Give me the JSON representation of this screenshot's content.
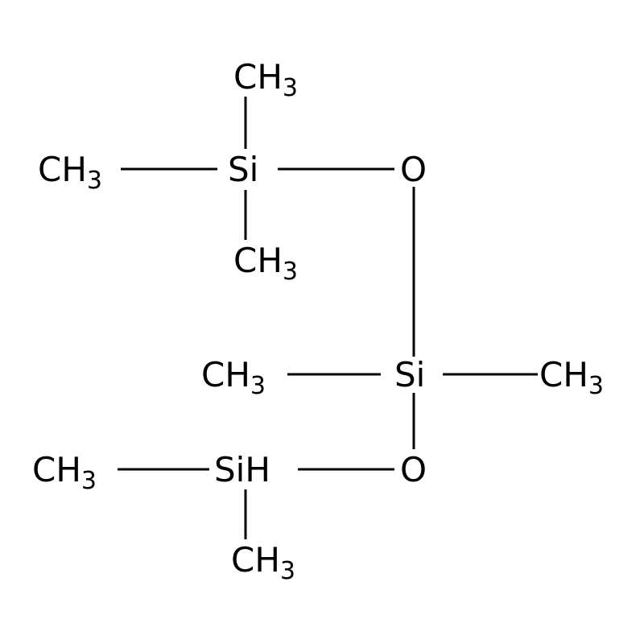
{
  "structure": {
    "atoms": {
      "si1_top_methyl": {
        "text": "CH",
        "sub": "3"
      },
      "si1_left_methyl": {
        "text": "CH",
        "sub": "3"
      },
      "si1": {
        "text": "Si"
      },
      "o1": {
        "text": "O"
      },
      "si1_bottom_methyl": {
        "text": "CH",
        "sub": "3"
      },
      "si2_left_methyl": {
        "text": "CH",
        "sub": "3"
      },
      "si2": {
        "text": "Si"
      },
      "si2_right_methyl": {
        "text": "CH",
        "sub": "3"
      },
      "si3_left_methyl": {
        "text": "CH",
        "sub": "3"
      },
      "si3": {
        "text": "SiH"
      },
      "o2": {
        "text": "O"
      },
      "si3_bottom_methyl": {
        "text": "CH",
        "sub": "3"
      }
    },
    "colors": {
      "ink": "#000000",
      "background": "#ffffff"
    }
  }
}
